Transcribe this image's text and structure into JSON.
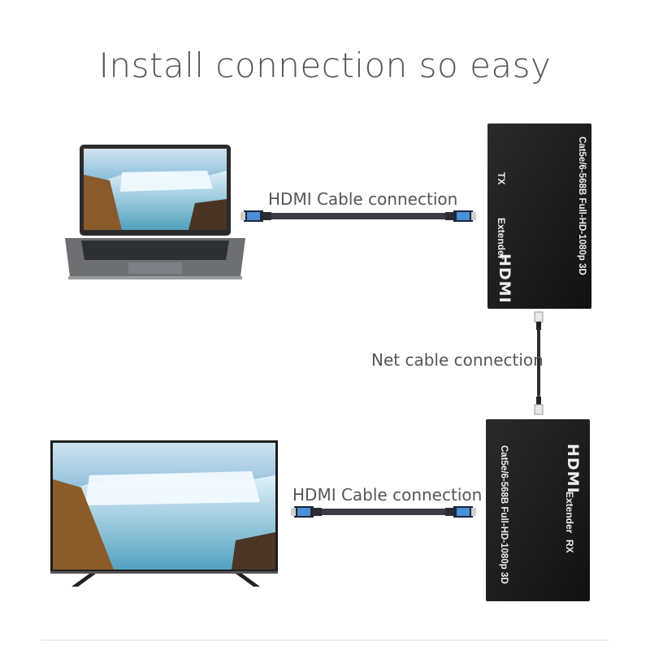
{
  "title": "Install connection so easy",
  "labels": {
    "hdmi_top": "HDMI Cable connection",
    "net": "Net cable connection",
    "hdmi_bottom": "HDMI Cable connection"
  },
  "tx_box": {
    "brand": "HDMI",
    "product": "Extender",
    "mode": "TX",
    "spec": "Cat5e/6-568B  Full-HD-1080p 3D"
  },
  "rx_box": {
    "brand": "HDMI",
    "product": "Extender",
    "mode": "RX",
    "spec": "Cat5e/6-568B  Full-HD-1080p 3D"
  },
  "colors": {
    "box": "#1c1c1c",
    "cable": "#3a3a48",
    "connector": "#4a90d9"
  }
}
